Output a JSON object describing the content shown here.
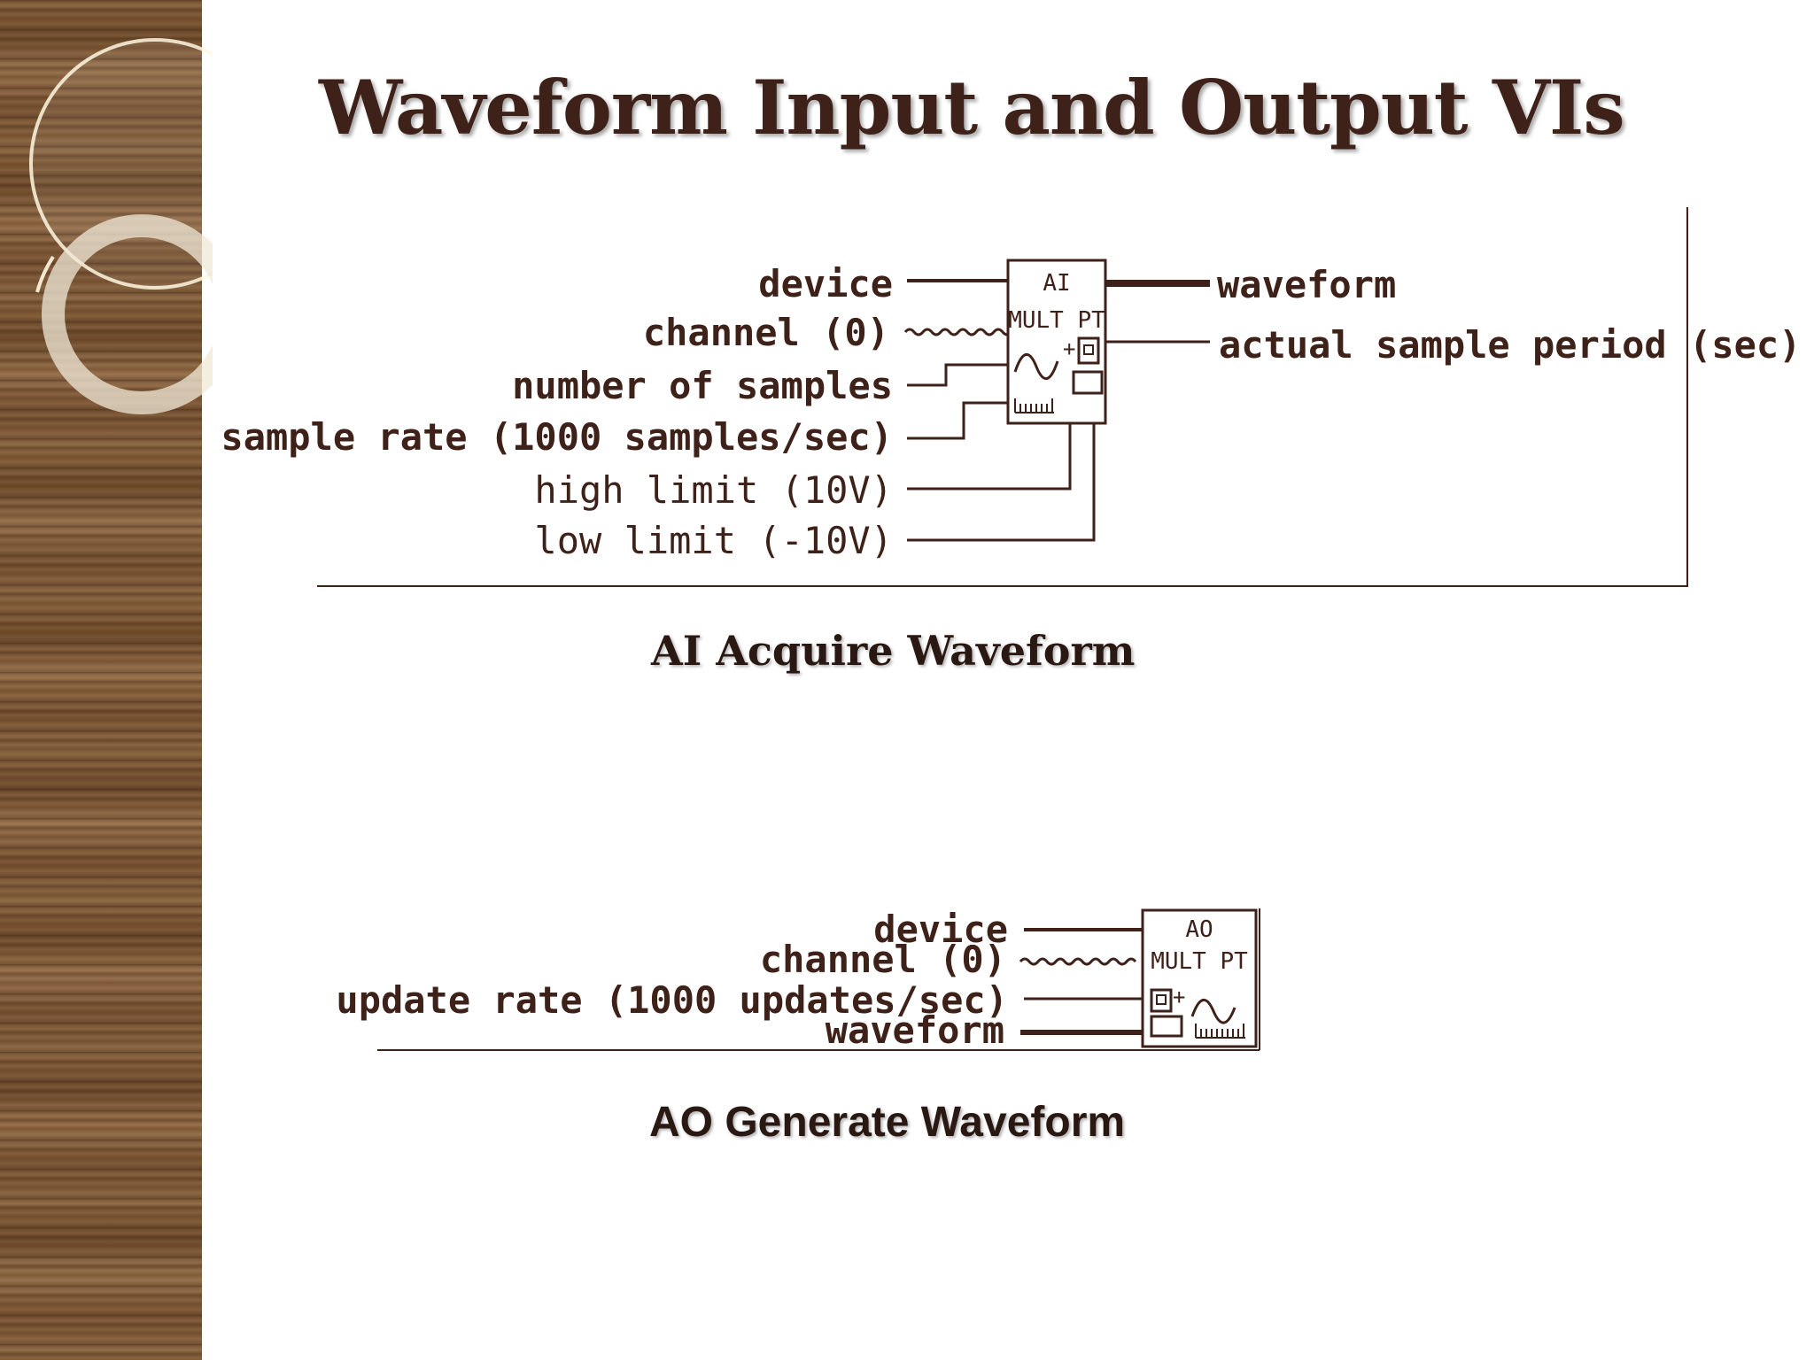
{
  "slide": {
    "title": "Waveform Input and Output VIs"
  },
  "ai_vi": {
    "caption": "AI Acquire Waveform",
    "icon_line1": "AI",
    "icon_line2": "MULT PT",
    "inputs": [
      "device",
      "channel (0)",
      "number of samples",
      "sample rate (1000 samples/sec)",
      "high limit (10V)",
      "low limit (-10V)"
    ],
    "outputs": [
      "waveform",
      "actual sample period (sec)"
    ]
  },
  "ao_vi": {
    "caption": "AO Generate Waveform",
    "icon_line1": "AO",
    "icon_line2": "MULT PT",
    "inputs": [
      "device",
      "channel (0)",
      "update rate (1000 updates/sec)",
      "waveform"
    ]
  },
  "colors": {
    "text": "#3e2118",
    "wood": "#7d5a38"
  }
}
